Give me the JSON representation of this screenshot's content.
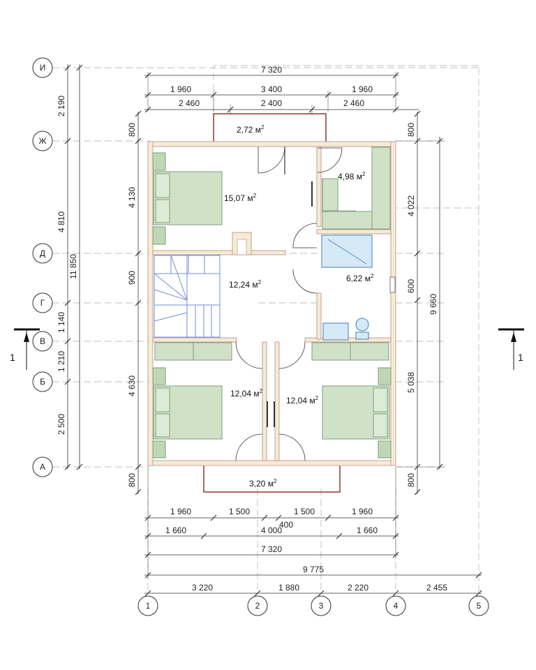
{
  "top_dimensions": {
    "row1": [
      "7 320"
    ],
    "row2": [
      "1 960",
      "3 400",
      "1 960"
    ],
    "row3": [
      "2 460",
      "2 400",
      "2 460"
    ]
  },
  "bottom_dimensions": {
    "row1": [
      "1 960",
      "1 500",
      "1 500",
      "1 960"
    ],
    "gap_label": "400",
    "row2": [
      "1 660",
      "4 000",
      "1 660"
    ],
    "row3": [
      "7 320"
    ],
    "row4": [
      "9 775"
    ],
    "row5": [
      "3 220",
      "1 880",
      "2 220",
      "2 455"
    ]
  },
  "left_dimensions": {
    "inner": [
      "800",
      "4 130",
      "900",
      "4 630",
      "800"
    ],
    "outer": [
      "2 190",
      "4 810",
      "1 140",
      "1 210",
      "2 500"
    ],
    "total": "11 850"
  },
  "right_dimensions": {
    "inner": [
      "800",
      "4 022",
      "600",
      "5 038",
      "800"
    ],
    "total": "9 660"
  },
  "row_axes": [
    "И",
    "Ж",
    "Д",
    "Г",
    "В",
    "Б",
    "А"
  ],
  "col_axes": [
    "1",
    "2",
    "3",
    "4",
    "5"
  ],
  "rooms": [
    {
      "area": "2,72 м",
      "sup": "2"
    },
    {
      "area": "15,07 м",
      "sup": "2"
    },
    {
      "area": "4,98 м",
      "sup": "2"
    },
    {
      "area": "12,24 м",
      "sup": "2"
    },
    {
      "area": "6,22 м",
      "sup": "2"
    },
    {
      "area": "12,04 м",
      "sup": "2"
    },
    {
      "area": "12,04 м",
      "sup": "2"
    },
    {
      "area": "3,20 м",
      "sup": "2"
    }
  ],
  "section_marks": [
    "1",
    "1"
  ],
  "colors": {
    "wall_fill": "#f4ecd3",
    "furniture": "#cfe2c8",
    "stair": "#6d8ee0",
    "porch": "#8a3a2c"
  }
}
